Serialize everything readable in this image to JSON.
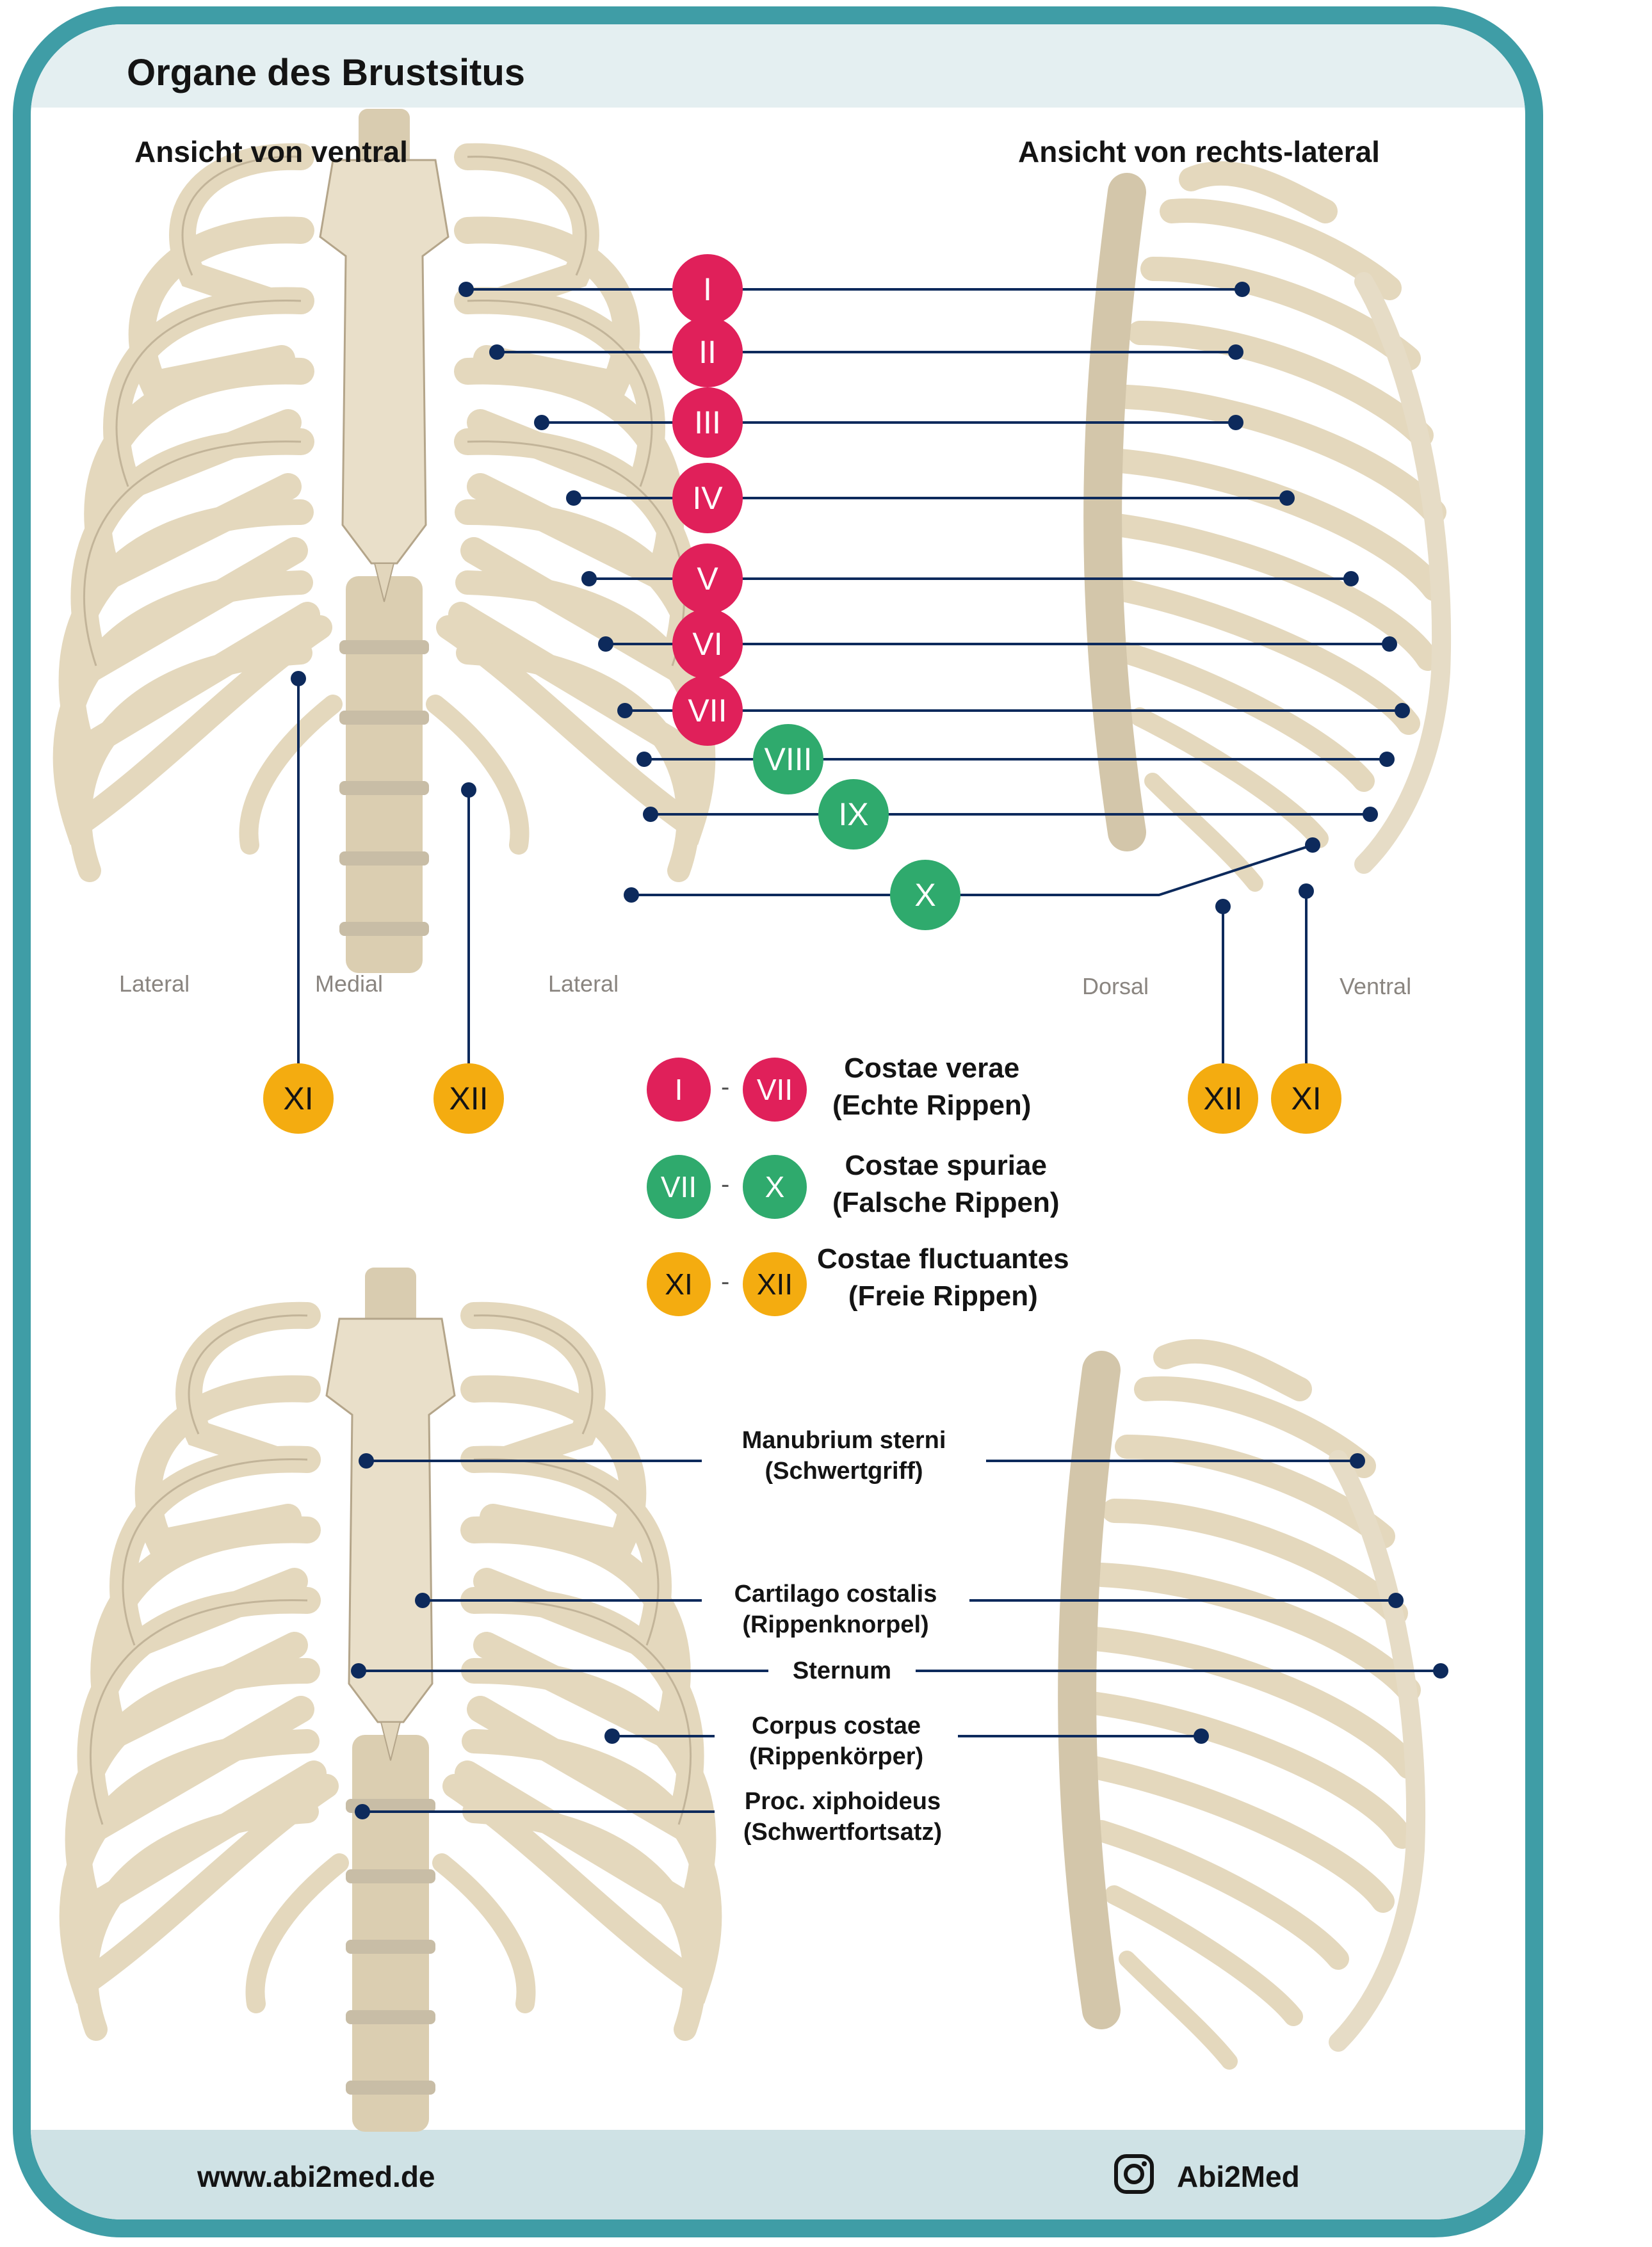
{
  "title": "Organe des Brustsitus",
  "views": {
    "ventral_heading": "Ansicht von ventral",
    "lateral_heading": "Ansicht von rechts-lateral"
  },
  "directions": {
    "lateral_left": "Lateral",
    "medial": "Medial",
    "lateral_right": "Lateral",
    "dorsal": "Dorsal",
    "ventral": "Ventral"
  },
  "ribs": {
    "r1": "I",
    "r2": "II",
    "r3": "III",
    "r4": "IV",
    "r5": "V",
    "r6": "VI",
    "r7": "VII",
    "r8": "VIII",
    "r9": "IX",
    "r10": "X",
    "r11": "XI",
    "r12": "XII"
  },
  "legend": {
    "verae": {
      "from": "I",
      "to": "VII",
      "line1": "Costae verae",
      "line2": "(Echte Rippen)"
    },
    "spuriae": {
      "from": "VII",
      "to": "X",
      "line1": "Costae spuriae",
      "line2": "(Falsche Rippen)"
    },
    "fluctuantes": {
      "from": "XI",
      "to": "XII",
      "line1": "Costae fluctuantes",
      "line2": "(Freie Rippen)"
    },
    "separator": "-"
  },
  "annotations": {
    "manubrium": {
      "line1": "Manubrium sterni",
      "line2": "(Schwertgriff)"
    },
    "cartilago": {
      "line1": "Cartilago costalis",
      "line2": "(Rippenknorpel)"
    },
    "sternum": {
      "line1": "Sternum"
    },
    "corpus": {
      "line1": "Corpus costae",
      "line2": "(Rippenkörper)"
    },
    "xiphoid": {
      "line1": "Proc. xiphoideus",
      "line2": "(Schwertfortsatz)"
    }
  },
  "footer": {
    "url": "www.abi2med.de",
    "handle": "Abi2Med",
    "icon": "instagram-icon"
  },
  "colors": {
    "frame": "#3f9da6",
    "red": "#e0205a",
    "green": "#2faa6d",
    "yellow": "#f4ac10",
    "leader": "#0d2a5c",
    "bone": "#e7dcc3"
  }
}
